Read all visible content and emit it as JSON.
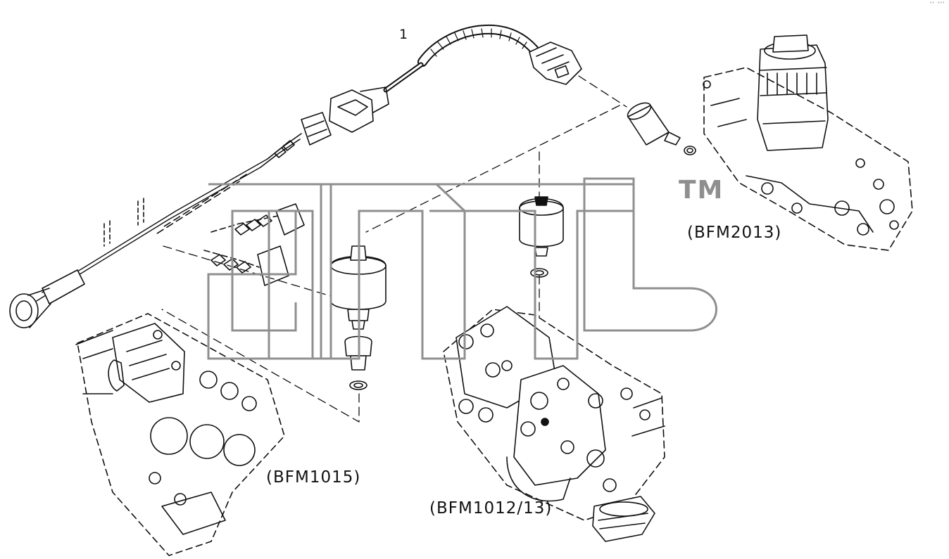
{
  "callout": "1",
  "labels": {
    "bfm2013": "(BFM2013)",
    "bfm1015": "(BFM1015)",
    "bfm1012": "(BFM1012/13)"
  },
  "watermark": {
    "logo_text": "aiat",
    "trademark": "TM",
    "color": "#8f8f8f"
  },
  "corner_mark": "°° °°°",
  "colors": {
    "line": "#111111",
    "background": "#ffffff"
  }
}
